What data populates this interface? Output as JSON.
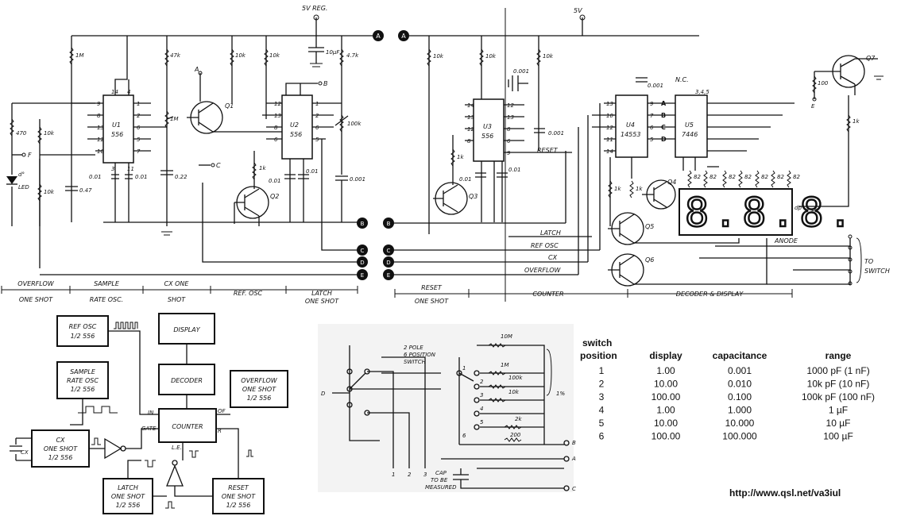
{
  "schematic": {
    "supply_labels": [
      "5V REG.",
      "5V"
    ],
    "ics": [
      {
        "ref": "U1",
        "part": "556"
      },
      {
        "ref": "U2",
        "part": "556"
      },
      {
        "ref": "U3",
        "part": "556"
      },
      {
        "ref": "U4",
        "part": "14553"
      },
      {
        "ref": "U5",
        "part": "7446"
      }
    ],
    "transistors": [
      "Q1",
      "Q2",
      "Q3",
      "Q4",
      "Q5",
      "Q6",
      "Q7"
    ],
    "resistors": [
      "1M",
      "47k",
      "10k",
      "10k",
      "4.7k",
      "470",
      "10k",
      "10k",
      "1M",
      "100k",
      "1k",
      "10k",
      "10k",
      "10k",
      "1k",
      "1k",
      "1k",
      "100",
      "1k",
      "82",
      "82",
      "82",
      "82",
      "82",
      "82",
      "82"
    ],
    "capacitors": [
      "10µF",
      "0.47",
      "0.01",
      "0.01",
      "0.22",
      "0.01",
      "0.01",
      "0.001",
      "0.001",
      "0.001",
      "0.01",
      "0.01",
      "0.001"
    ],
    "led": {
      "mark": "d°",
      "label": "LED"
    },
    "nc": "N.C.",
    "nc_pins": "3,4,5",
    "display": {
      "digits": "8.8.8.",
      "dp": "dp",
      "anode": "ANODE"
    },
    "bus_labels": [
      "LATCH",
      "REF OSC",
      "CX",
      "OVERFLOW",
      "RESET"
    ],
    "to_switch": [
      "TO",
      "SWITCH"
    ],
    "sections": [
      {
        "label": "OVERFLOW",
        "sub": "ONE SHOT"
      },
      {
        "label": "SAMPLE",
        "sub": "RATE OSC."
      },
      {
        "label": "CX ONE",
        "sub": "SHOT"
      },
      {
        "label": "REF. OSC",
        "sub": ""
      },
      {
        "label": "LATCH",
        "sub": "ONE SHOT"
      },
      {
        "label": "RESET",
        "sub": "ONE SHOT"
      },
      {
        "label": "COUNTER",
        "sub": ""
      },
      {
        "label": "DECODER & DISPLAY",
        "sub": ""
      }
    ],
    "connectors": [
      "A",
      "B",
      "C",
      "D",
      "E",
      "F"
    ]
  },
  "block_diagram": {
    "blocks": [
      {
        "l1": "REF OSC",
        "l2": "1/2 556"
      },
      {
        "l1": "SAMPLE",
        "l2": "RATE OSC",
        "l3": "1/2 556"
      },
      {
        "l1": "CX",
        "l2": "ONE SHOT",
        "l3": "1/2 556"
      },
      {
        "l1": "LATCH",
        "l2": "ONE SHOT",
        "l3": "1/2 556"
      },
      {
        "l1": "DISPLAY"
      },
      {
        "l1": "DECODER"
      },
      {
        "l1": "COUNTER"
      },
      {
        "l1": "OVERFLOW",
        "l2": "ONE SHOT",
        "l3": "1/2 556"
      },
      {
        "l1": "RESET",
        "l2": "ONE SHOT",
        "l3": "1/2 556"
      }
    ],
    "pin_labels": {
      "in": "IN",
      "of": "OF",
      "gate": "GATE",
      "r": "R",
      "le": "L.E."
    },
    "cx_label": "CX"
  },
  "switch_diagram": {
    "title": [
      "2 POLE",
      "6 POSITION",
      "SWITCH"
    ],
    "resistors": [
      "10M",
      "1M",
      "100k",
      "10k",
      "2k",
      "200"
    ],
    "tolerance": "1%",
    "pos": [
      "1",
      "2",
      "3",
      "4",
      "5",
      "6"
    ],
    "pole_labels": [
      "1",
      "2",
      "3"
    ],
    "cap_label": [
      "CAP",
      "TO BE",
      "MEASURED"
    ],
    "terminals": [
      "D",
      "B",
      "A",
      "C"
    ]
  },
  "table": {
    "headers": {
      "switch_line1": "switch",
      "switch_line2": "position",
      "display": "display",
      "capacitance": "capacitance",
      "range": "range"
    },
    "rows": [
      {
        "position": "1",
        "display": "1.00",
        "capacitance": "0.001",
        "range": "1000 pF (1 nF)"
      },
      {
        "position": "2",
        "display": "10.00",
        "capacitance": "0.010",
        "range": "10k pF (10 nF)"
      },
      {
        "position": "3",
        "display": "100.00",
        "capacitance": "0.100",
        "range": "100k pF (100 nF)"
      },
      {
        "position": "4",
        "display": "1.00",
        "capacitance": "1.000",
        "range": "1 µF"
      },
      {
        "position": "5",
        "display": "10.00",
        "capacitance": "10.000",
        "range": "10 µF"
      },
      {
        "position": "6",
        "display": "100.00",
        "capacitance": "100.000",
        "range": "100 µF"
      }
    ]
  },
  "footer": {
    "url": "http://www.qsl.net/va3iul"
  }
}
